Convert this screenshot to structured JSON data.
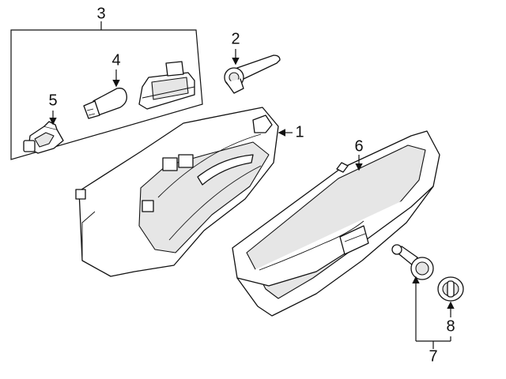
{
  "callouts": [
    {
      "id": "3",
      "text": "3"
    },
    {
      "id": "2",
      "text": "2"
    },
    {
      "id": "4",
      "text": "4"
    },
    {
      "id": "5",
      "text": "5"
    },
    {
      "id": "1",
      "text": "1"
    },
    {
      "id": "6",
      "text": "6"
    },
    {
      "id": "7",
      "text": "7"
    },
    {
      "id": "8",
      "text": "8"
    }
  ],
  "colors": {
    "line": "#111111",
    "background": "#ffffff",
    "shading": "#e6e6e6"
  }
}
